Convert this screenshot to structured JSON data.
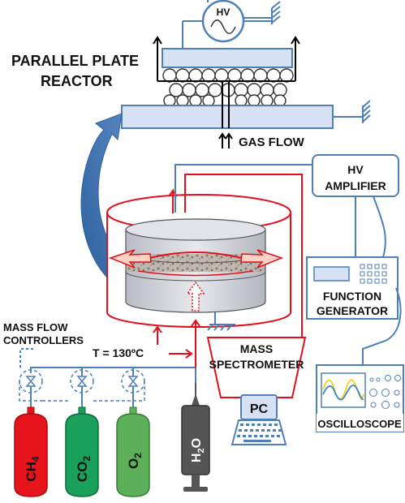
{
  "labels": {
    "hv_source": "HV",
    "reactor_line1": "PARALLEL PLATE",
    "reactor_line2": "REACTOR",
    "gas_flow": "GAS FLOW",
    "amplifier_line1": "HV",
    "amplifier_line2": "AMPLIFIER",
    "function_gen_line1": "FUNCTION",
    "function_gen_line2": "GENERATOR",
    "oscilloscope": "OSCILLOSCOPE",
    "mass_flow_line1": "MASS FLOW",
    "mass_flow_line2": "CONTROLLERS",
    "temperature": "T = 130ºC",
    "mass_spec_line1": "MASS",
    "mass_spec_line2": "SPECTROMETER",
    "pc": "PC"
  },
  "cylinders": [
    {
      "main": "CH",
      "sub": "4",
      "color": "#e8141b"
    },
    {
      "main": "CO",
      "sub": "2",
      "color": "#19a05a"
    },
    {
      "main": "O",
      "sub": "2",
      "color": "#5db05a"
    },
    {
      "main": "H",
      "sub": "2",
      "tail": "O",
      "color": "#555555"
    }
  ],
  "colors": {
    "blue_line": "#4f7fb8",
    "red_line": "#e3101c",
    "plate_fill": "#d6e2f3",
    "dark_blue": "#2f5f98"
  }
}
